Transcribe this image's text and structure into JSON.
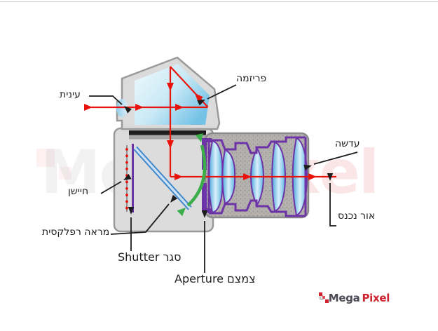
{
  "figure": {
    "type": "slr-camera-light-path-diagram",
    "labels": {
      "prism": "פריזמה",
      "eyepiece": "עינית",
      "lens": "עדשה",
      "incoming_light": "אור נכנס",
      "sensor": "חיישן",
      "reflex_mirror": "מראה רפלקסית",
      "shutter": "Shutter סגר",
      "aperture": "Aperture צמצם"
    },
    "colors": {
      "light_ray_red": "#e8140c",
      "mirror_motion_green": "#3cae49",
      "component_purple": "#6d34a8",
      "glass_blue": "#7ec8e8",
      "body_gray": "#dcdcdc"
    }
  },
  "watermark": {
    "brand_gray": "Mega",
    "brand_red": "Pixel"
  },
  "logo": {
    "copyright": "©",
    "brand_dark": "Mega",
    "brand_red": "Pixel"
  }
}
